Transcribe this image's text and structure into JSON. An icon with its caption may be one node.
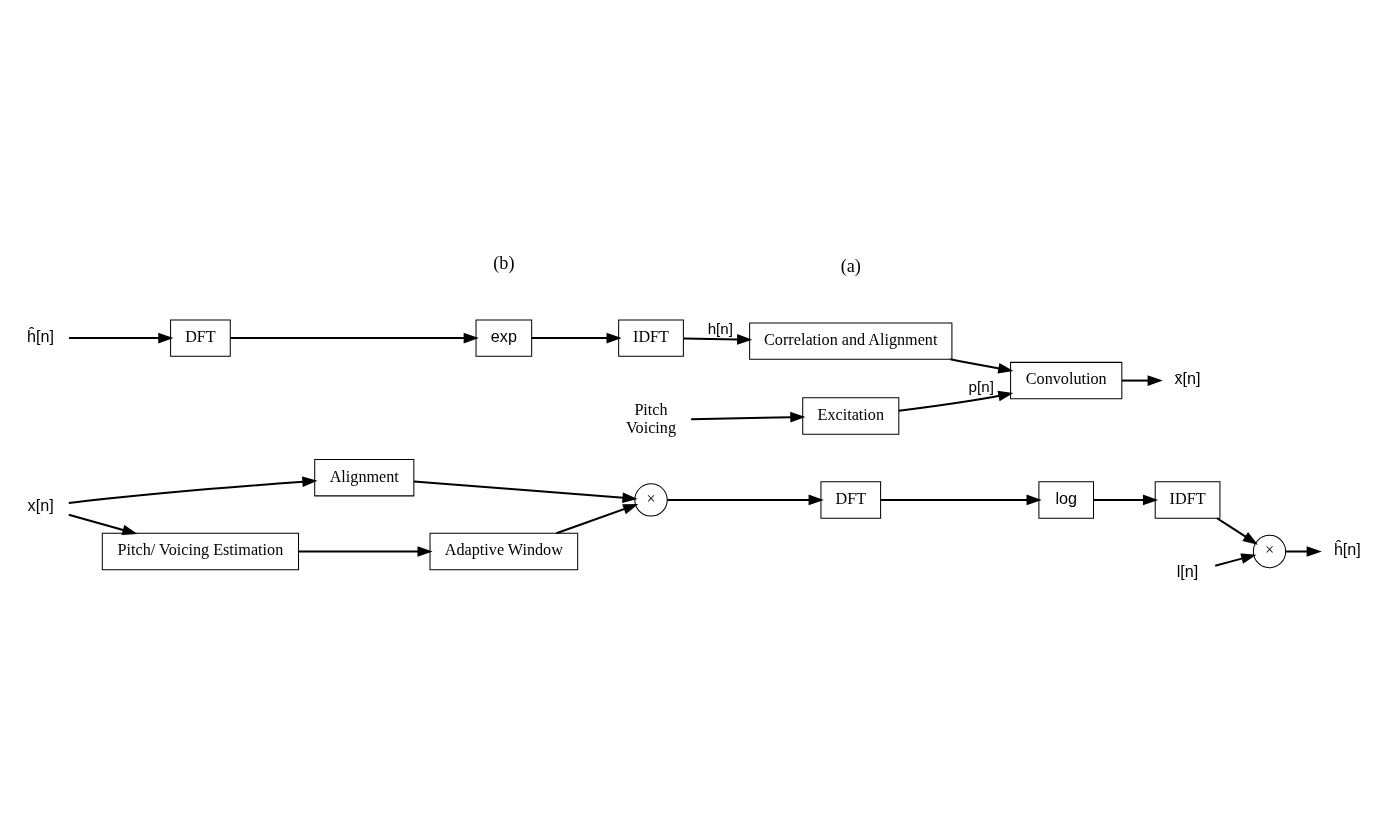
{
  "diagram": {
    "nodes": [
      {
        "text": [
          "x[n]"
        ]
      },
      {
        "text": [
          "Alignment"
        ]
      },
      {
        "text": [
          "Pitch/ Voicing Estimation"
        ]
      },
      {
        "text": [
          "×"
        ]
      },
      {
        "text": [
          "Adaptive Window"
        ]
      },
      {
        "text": [
          "DFT"
        ]
      },
      {
        "text": [
          "log"
        ]
      },
      {
        "text": [
          "IDFT"
        ]
      },
      {
        "text": [
          "l[n]"
        ]
      },
      {
        "text": [
          "×"
        ]
      },
      {
        "text": [
          "ĥ[n]"
        ]
      },
      {
        "text": [
          "ĥ[n]"
        ]
      },
      {
        "text": [
          "DFT"
        ]
      },
      {
        "text": [
          "exp"
        ]
      },
      {
        "text": [
          "IDFT"
        ]
      },
      {
        "text": [
          "Correlation and Alignment"
        ]
      },
      {
        "text": [
          "Pitch",
          "Voicing"
        ]
      },
      {
        "text": [
          "Excitation"
        ]
      },
      {
        "text": [
          "Convolution"
        ]
      },
      {
        "text": [
          "x̄[n]"
        ]
      }
    ],
    "edges": [
      {
        "from": 0,
        "to": 1,
        "arrow": "to"
      },
      {
        "from": 0,
        "to": 2,
        "arrow": "to"
      },
      {
        "from": 1,
        "to": 3,
        "arrow": "to"
      },
      {
        "from": 2,
        "to": 4,
        "arrow": "to"
      },
      {
        "from": 4,
        "to": 3,
        "arrow": "to"
      },
      {
        "from": 3,
        "to": 5,
        "arrow": "to"
      },
      {
        "from": 5,
        "to": 6,
        "arrow": "to"
      },
      {
        "from": 6,
        "to": 7,
        "arrow": "to"
      },
      {
        "from": 7,
        "to": 9,
        "arrow": "to"
      },
      {
        "from": 8,
        "to": 9,
        "arrow": "to"
      },
      {
        "from": 9,
        "to": 10,
        "arrow": "to"
      },
      {
        "from": 11,
        "to": 12,
        "arrow": "to"
      },
      {
        "from": 12,
        "to": 13,
        "arrow": "to"
      },
      {
        "from": 13,
        "to": 14,
        "arrow": "to"
      },
      {
        "from": 14,
        "to": 15,
        "arrow": "to",
        "label": "h[n]"
      },
      {
        "from": 15,
        "to": 18,
        "arrow": "to"
      },
      {
        "from": 16,
        "to": 17,
        "arrow": "to"
      },
      {
        "from": 17,
        "to": 18,
        "arrow": "to",
        "label": "p[n]"
      },
      {
        "from": 18,
        "to": 19,
        "arrow": "to"
      }
    ],
    "labels": [
      "(a)",
      "(b)"
    ]
  }
}
